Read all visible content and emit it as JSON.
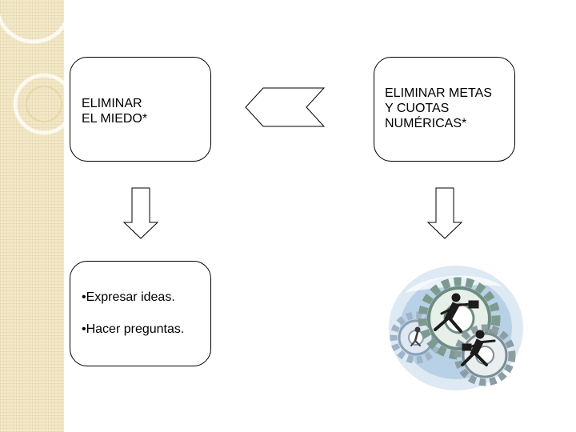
{
  "slide": {
    "accent_color": "#f3e9c8",
    "box_eliminar_miedo": {
      "text": "ELIMINAR\nEL MIEDO*"
    },
    "box_eliminar_metas": {
      "text": "ELIMINAR METAS\nY CUOTAS\nNUMÉRICAS*"
    },
    "box_acciones": {
      "items": [
        "•Expresar ideas.",
        "•Hacer preguntas."
      ]
    },
    "arrows": {
      "left_arrow": "left-chevron-arrow-icon",
      "down_arrow_left": "down-block-arrow-icon",
      "down_arrow_right": "down-block-arrow-icon"
    },
    "clipart": "businessmen-running-on-gears-icon"
  }
}
